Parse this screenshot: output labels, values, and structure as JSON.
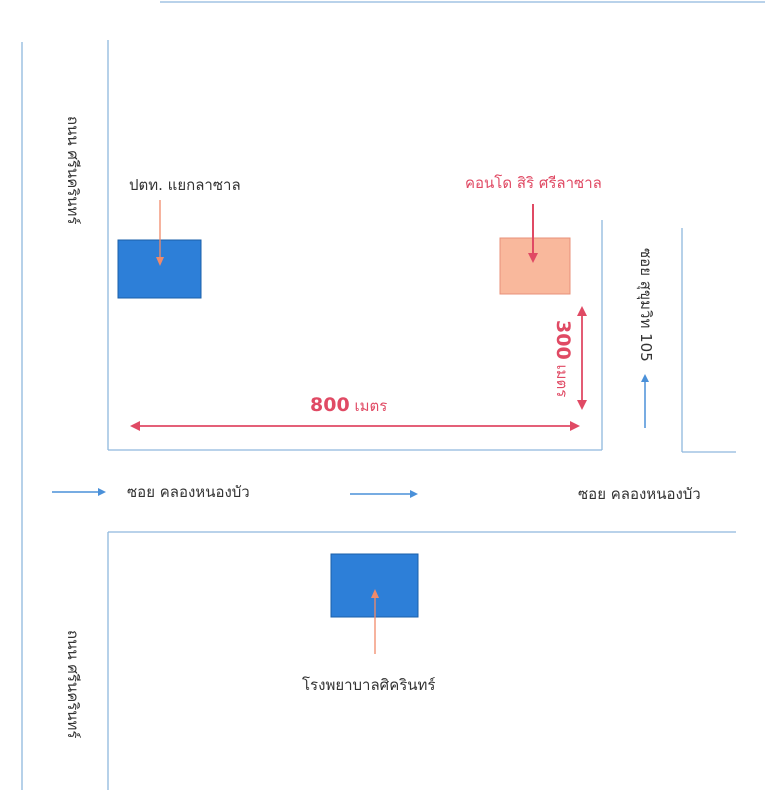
{
  "roads": {
    "left_vertical_top": "ถนน ศรีนครินทร์",
    "left_vertical_bottom": "ถนน ศรีนครินทร์",
    "soi_sukhumvit": "ซอย สุขุมวิท 105",
    "soi_klong_left": "ซอย คลองหนองบัว",
    "soi_klong_right": "ซอย คลองหนองบัว"
  },
  "places": {
    "ptt": "ปตท. แยกลาซาล",
    "condo": "คอนโด สิริ ศรีลาซาล",
    "hospital": "โรงพยาบาลศิครินทร์"
  },
  "distances": {
    "horizontal_value": "800",
    "horizontal_unit": "เมตร",
    "vertical_value": "300",
    "vertical_unit": "เมตร"
  },
  "colors": {
    "road_line": "#8fb8dd",
    "arrow_blue": "#4a90d9",
    "block_blue": "#2d7fd8",
    "block_orange": "#f9b89c",
    "accent_red": "#e04a64"
  }
}
